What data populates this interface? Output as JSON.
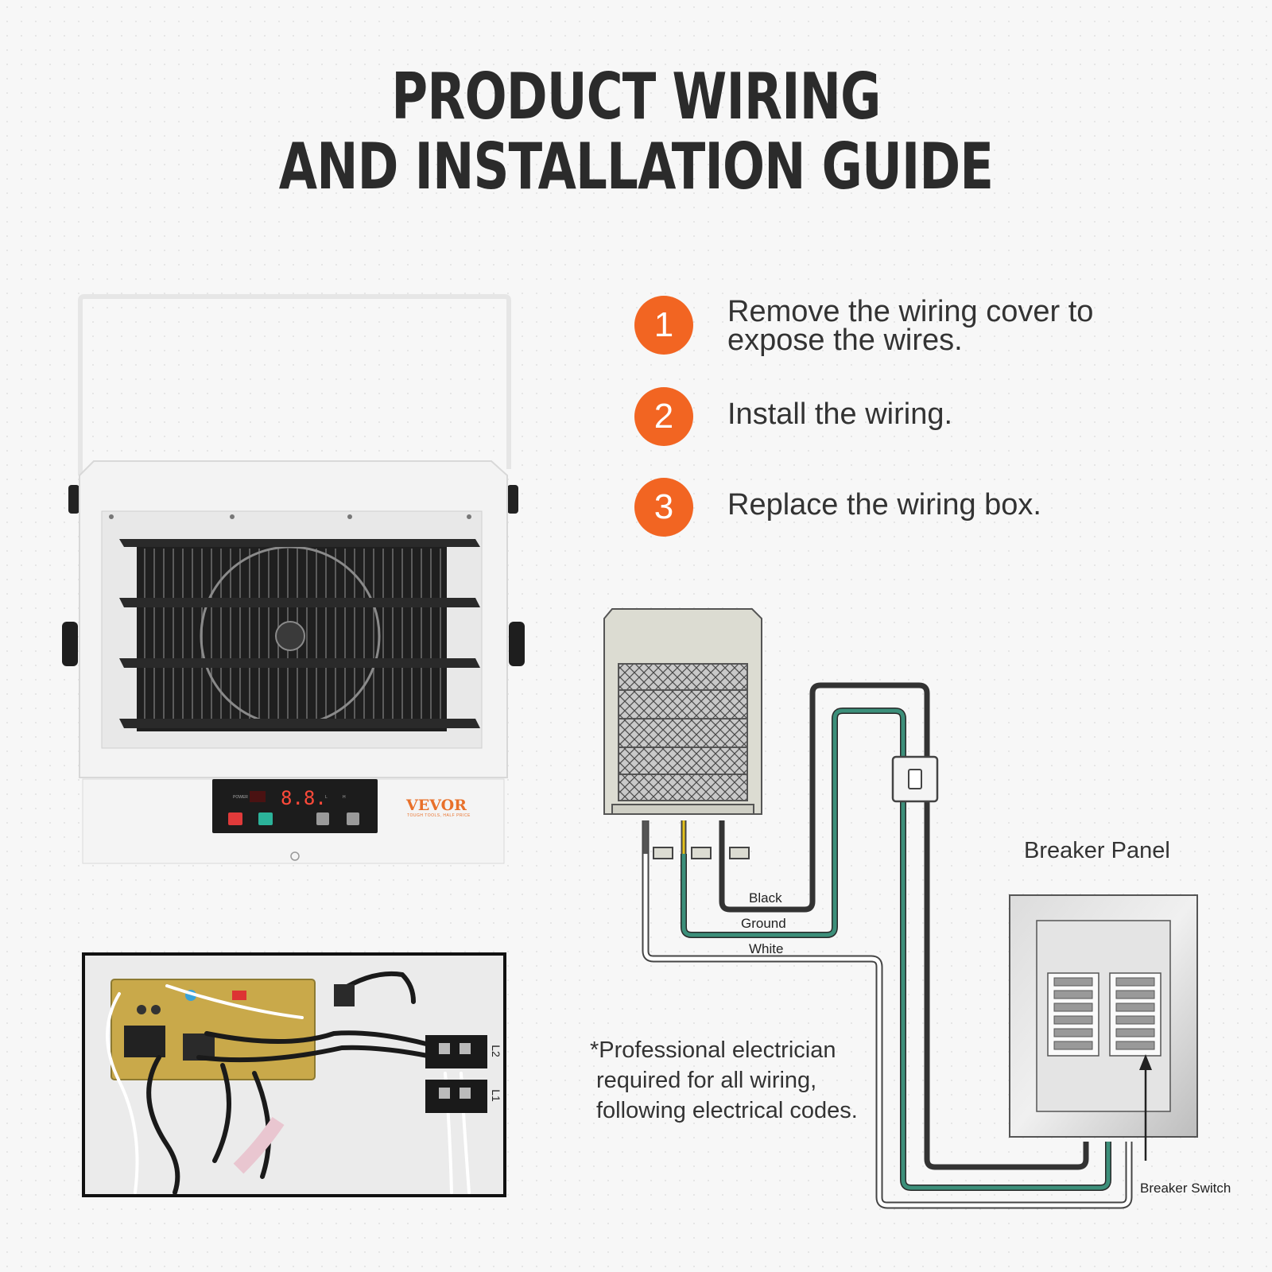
{
  "title": {
    "line1": "PRODUCT WIRING",
    "line2": "AND INSTALLATION GUIDE"
  },
  "steps": [
    {
      "number": "1",
      "text_line1": "Remove the wiring cover to",
      "text_line2": "expose the wires."
    },
    {
      "number": "2",
      "text": "Install the wiring."
    },
    {
      "number": "3",
      "text": "Replace the wiring box."
    }
  ],
  "heater": {
    "brand": "VEVOR",
    "brand_tagline": "TOUGH TOOLS, HALF PRICE",
    "display_value": "8.8.",
    "power_label": "POWER",
    "low_label": "L",
    "high_label": "H"
  },
  "wiring_photo": {
    "terminal_l2": "L2",
    "terminal_l1": "L1"
  },
  "diagram": {
    "wire_black": "Black",
    "wire_ground": "Ground",
    "wire_white": "White",
    "breaker_panel_label": "Breaker Panel",
    "breaker_switch_label": "Breaker Switch"
  },
  "note": {
    "line1": "*Professional electrician",
    "line2": "required for all wiring,",
    "line3": "following electrical codes."
  },
  "colors": {
    "accent_orange": "#f26522",
    "wire_black": "#333333",
    "wire_ground": "#2e7d6b",
    "wire_white": "#ffffff",
    "wire_yellow": "#e5c21a"
  }
}
